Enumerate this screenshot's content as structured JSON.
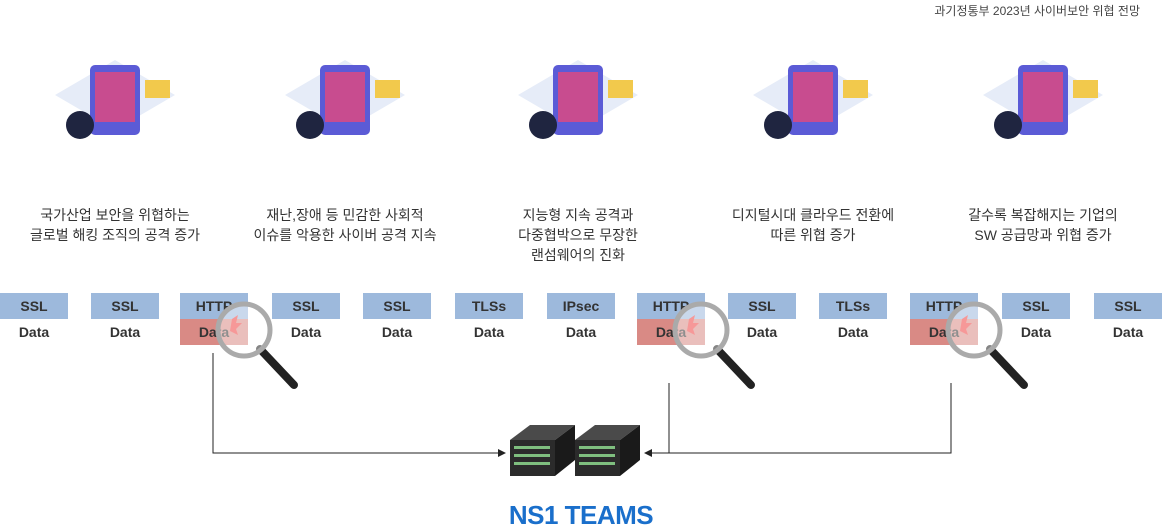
{
  "source": "과기정통부 2023년 사이버보안 위협 전망",
  "threats": [
    {
      "caption": "국가산업 보안을 위협하는\n글로벌 해킹 조직의 공격 증가",
      "icon": "hacker-phone-illustration"
    },
    {
      "caption": "재난,장애 등 민감한 사회적\n이슈를 악용한 사이버 공격 지속",
      "icon": "tablet-password-illustration"
    },
    {
      "caption": "지능형 지속 공격과\n다중협박으로 무장한\n랜섬웨어의 진화",
      "icon": "hacker-desk-illustration"
    },
    {
      "caption": "디지털시대 클라우드 전환에\n따른 위협 증가",
      "icon": "laptop-alert-illustration"
    },
    {
      "caption": "갈수록 복잡해지는 기업의\nSW 공급망과 위협 증가",
      "icon": "server-hacker-illustration"
    }
  ],
  "packets": [
    {
      "protocol": "SSL",
      "payload": "Data"
    },
    {
      "protocol": "SSL",
      "payload": "Data"
    },
    {
      "protocol": "HTTP",
      "payload": "Data",
      "threat": true
    },
    {
      "protocol": "SSL",
      "payload": "Data"
    },
    {
      "protocol": "SSL",
      "payload": "Data"
    },
    {
      "protocol": "TLSs",
      "payload": "Data"
    },
    {
      "protocol": "IPsec",
      "payload": "Data"
    },
    {
      "protocol": "HTTP",
      "payload": "Data",
      "threat": true
    },
    {
      "protocol": "SSL",
      "payload": "Data"
    },
    {
      "protocol": "TLSs",
      "payload": "Data"
    },
    {
      "protocol": "HTTP",
      "payload": "Data",
      "threat": true
    },
    {
      "protocol": "SSL",
      "payload": "Data"
    },
    {
      "protocol": "SSL",
      "payload": "Data"
    }
  ],
  "colors": {
    "protocol": "#9db9dc",
    "threat": "#d98a85",
    "brand": "#1a6fcb"
  },
  "product": "NS1 TEAMS"
}
